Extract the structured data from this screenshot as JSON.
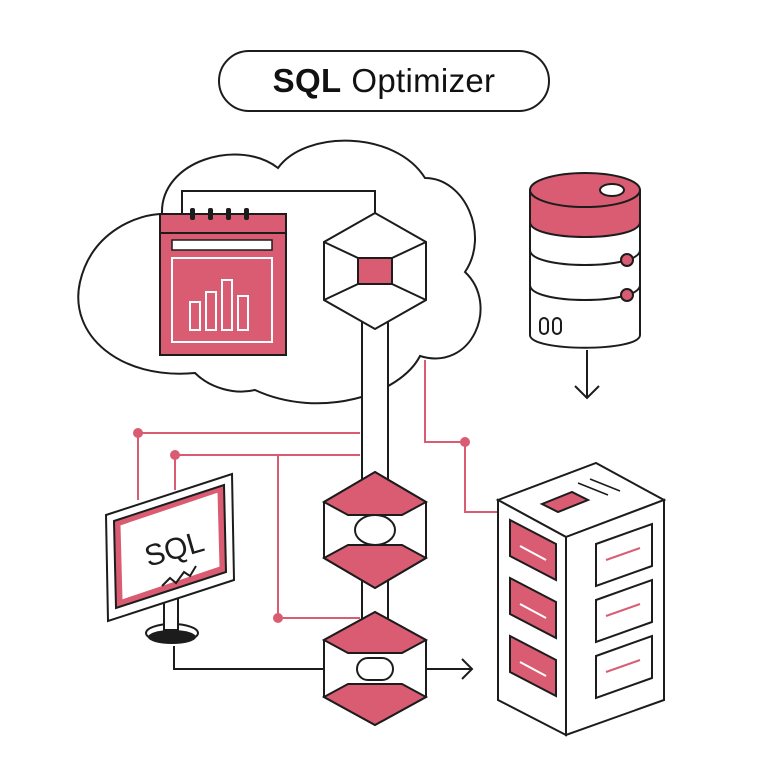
{
  "title": {
    "bold": "SQL",
    "rest": "Optimizer"
  },
  "monitor": {
    "label": "SQL"
  },
  "colors": {
    "accent": "#d95c73",
    "line": "#1c1c1c",
    "background": "#ffffff"
  },
  "icons": [
    "cloud-icon",
    "dashboard-window-icon",
    "bar-chart-icon",
    "hexagon-node-icon",
    "database-cylinder-icon",
    "down-arrow-icon",
    "server-rack-icon",
    "monitor-icon",
    "right-arrow-icon"
  ]
}
